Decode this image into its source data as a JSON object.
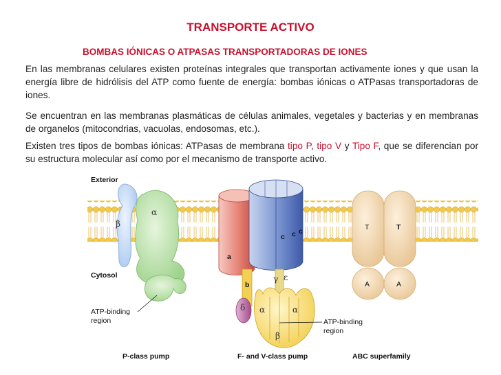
{
  "header": {
    "title": "TRANSPORTE ACTIVO",
    "subtitle": "BOMBAS  IÓNICAS O ATPASAS TRANSPORTADORAS DE IONES"
  },
  "paragraphs": {
    "p1": "En las membranas celulares existen proteínas integrales que transportan activamente iones y que usan la energía libre  de hidrólisis del ATP como fuente de energía:  bombas iónicas o ATPasas transportadoras de iones.",
    "p2": "Se encuentran en las membranas plasmáticas de células animales, vegetales y bacterias y en membranas de organelos (mitocondrias, vacuolas, endosomas, etc.).",
    "p3_before": "Existen tres tipos de  bombas iónicas: ATPasas de membrana ",
    "p3_tipo_p": "tipo P",
    "p3_sep1": ", ",
    "p3_tipo_v": "tipo V",
    "p3_sep2": " y ",
    "p3_tipo_f": "Tipo F",
    "p3_after": ", que se diferencian por su estructura molecular así como por el mecanismo de transporte activo."
  },
  "figure": {
    "exterior": "Exterior",
    "cytosol": "Cytosol",
    "atp_binding_left": [
      "ATP-binding",
      "region"
    ],
    "atp_binding_right": [
      "ATP-binding",
      "region"
    ],
    "p_class": "P-class pump",
    "fv_class": "F- and V-class pump",
    "abc": "ABC superfamily",
    "alpha": "α",
    "beta": "β",
    "gamma": "γ",
    "epsilon": "ε",
    "delta": "δ",
    "sub_a": "a",
    "sub_b": "b",
    "sub_c": "c",
    "T": "T",
    "A": "A"
  }
}
